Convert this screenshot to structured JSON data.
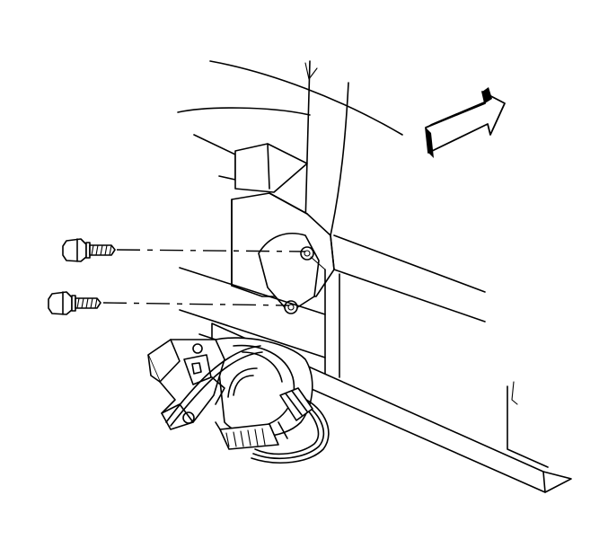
{
  "figure": {
    "kind": "service illustration",
    "colors": {
      "line": "#000000",
      "background": "#ffffff"
    },
    "icons": [
      "front-direction-arrow-icon",
      "mounting-bolt-icon",
      "bolt-hole-icon"
    ],
    "parts": [
      "upper-mounting-bolt",
      "lower-mounting-bolt",
      "mounting-bracket",
      "motor-assembly",
      "wiring-connector",
      "frame-rail"
    ]
  }
}
